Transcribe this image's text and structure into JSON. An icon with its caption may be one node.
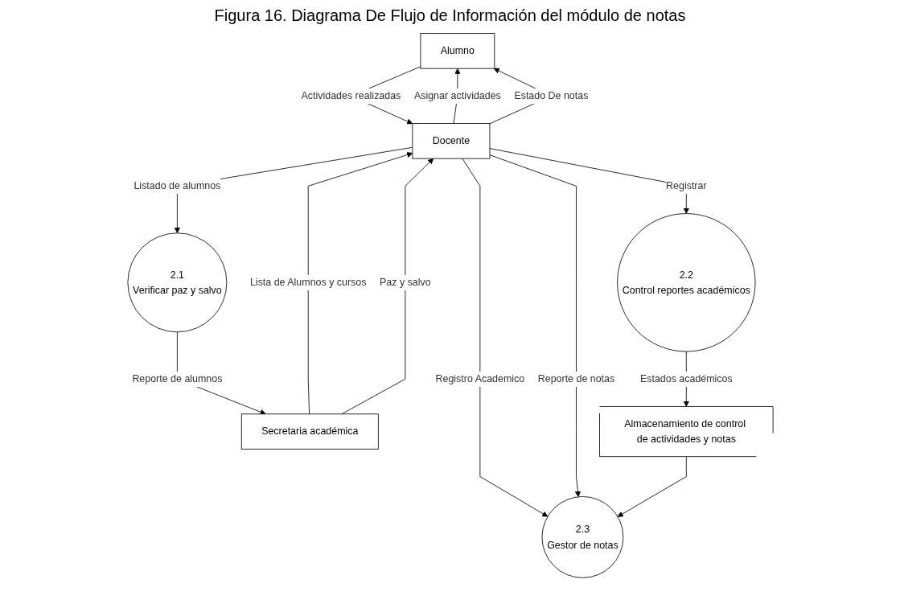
{
  "diagram": {
    "title": "Figura 16. Diagrama De Flujo de Información del módulo de notas",
    "nodes": [
      {
        "text": [
          "Alumno"
        ]
      },
      {
        "text": [
          "Secretaria académica"
        ]
      },
      {
        "text": [
          "2.1",
          "Verificar paz y salvo"
        ]
      },
      {
        "text": [
          "Docente"
        ]
      },
      {
        "text": [
          "2.2",
          "Control reportes académicos"
        ]
      },
      {
        "text": [
          "2.3",
          "Gestor de notas"
        ]
      },
      {
        "text": [
          "Almacenamiento de control de actividades y notas"
        ]
      }
    ],
    "edges": [
      {
        "from": 2,
        "to": 1,
        "arrow": "to",
        "label": "Reporte de alumnos"
      },
      {
        "from": 1,
        "to": 3,
        "arrow": "to",
        "label": "Lista de Alumnos y cursos"
      },
      {
        "from": 1,
        "to": 3,
        "arrow": "to",
        "label": "Paz y salvo"
      },
      {
        "from": 3,
        "to": 2,
        "arrow": "to",
        "label": "Listado de alumnos"
      },
      {
        "from": 3,
        "to": 0,
        "arrow": "to",
        "label": "Asignar actividades"
      },
      {
        "from": 0,
        "to": 3,
        "arrow": "to",
        "label": "Actividades realizadas"
      },
      {
        "from": 3,
        "to": 0,
        "arrow": "to",
        "label": "Estado De notas"
      },
      {
        "from": 3,
        "to": 4,
        "arrow": "to",
        "label": "Registrar"
      },
      {
        "from": 3,
        "to": 5,
        "arrow": "to",
        "label": "Registro Academico"
      },
      {
        "from": 3,
        "to": 5,
        "arrow": "to",
        "label": "Reporte de notas"
      },
      {
        "from": 4,
        "to": 6,
        "arrow": "to",
        "label": "Estados académicos"
      },
      {
        "from": 6,
        "to": 5,
        "arrow": "to"
      }
    ]
  }
}
